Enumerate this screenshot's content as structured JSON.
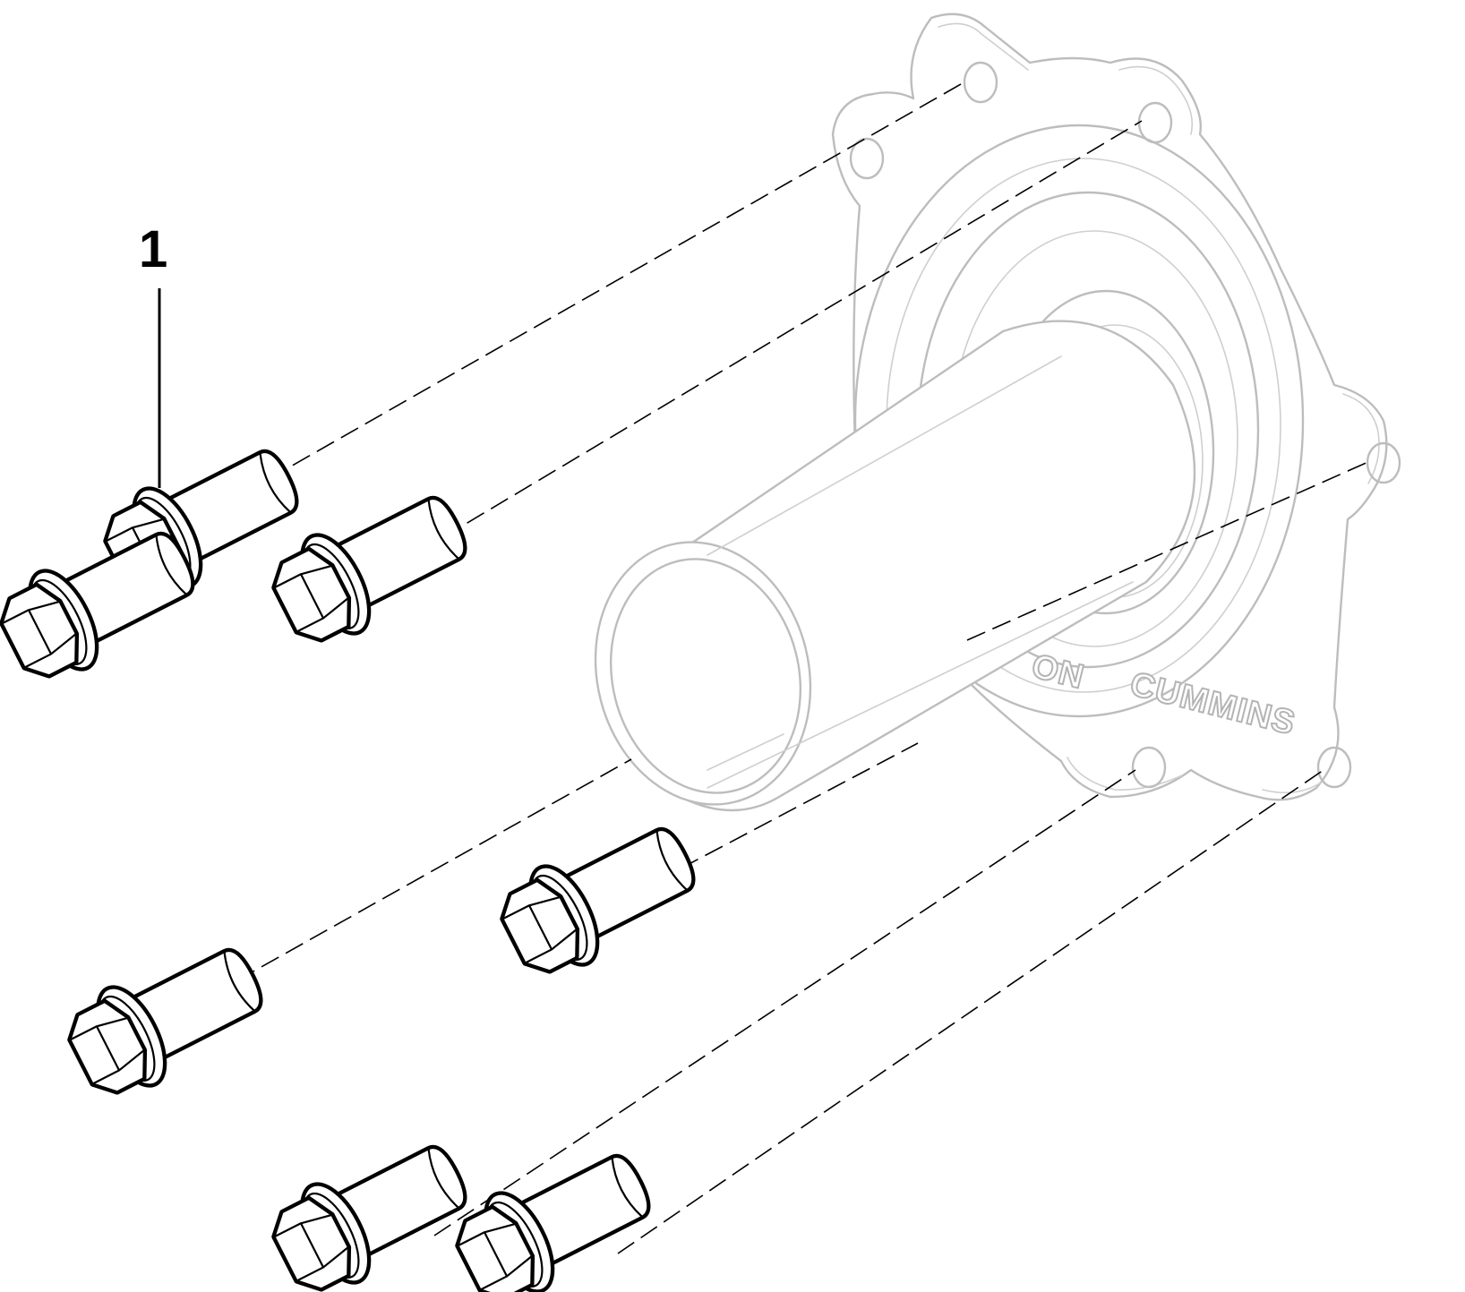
{
  "callout": {
    "label": "1"
  },
  "housing": {
    "text_left": "ON",
    "text_right": "CUMMINS"
  },
  "colors": {
    "bolt_line": "#000000",
    "housing_line": "#bdbdbd",
    "background": "#ffffff"
  }
}
